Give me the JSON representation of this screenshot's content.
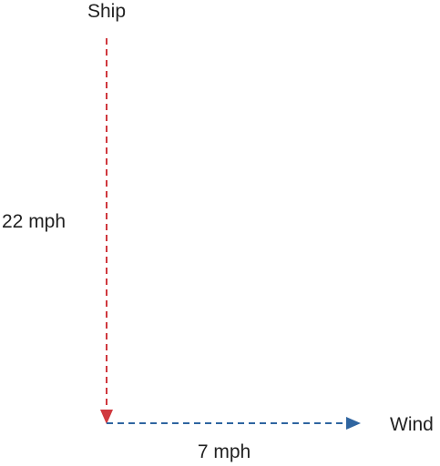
{
  "labels": {
    "ship": "Ship",
    "ship_speed": "22 mph",
    "wind": "Wind",
    "wind_speed": "7 mph"
  },
  "colors": {
    "ship_vector": "#d0393f",
    "wind_vector": "#2f65a0",
    "text": "#222222"
  },
  "vectors": [
    {
      "name": "ship",
      "direction": "down",
      "magnitude_mph": 22
    },
    {
      "name": "wind",
      "direction": "right",
      "magnitude_mph": 7
    }
  ]
}
